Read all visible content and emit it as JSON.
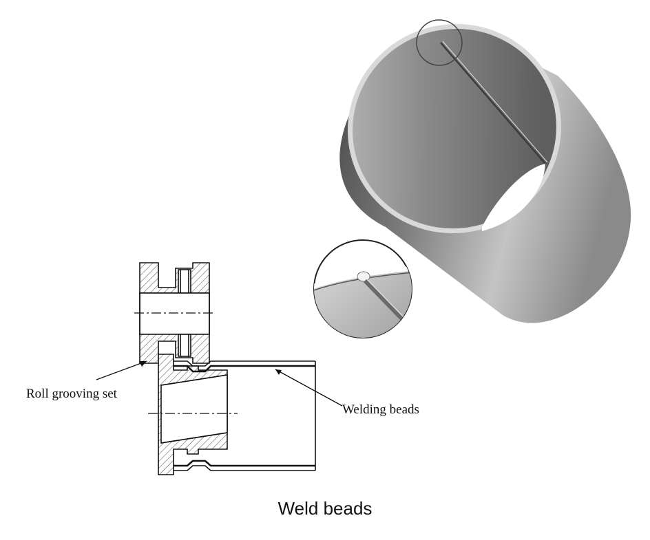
{
  "labels": {
    "roll_grooving_set": "Roll grooving set",
    "welding_beads": "Welding beads"
  },
  "caption": "Weld beads",
  "colors": {
    "hatch": "#555555",
    "line": "#111111",
    "tube_light": "#cfcfcf",
    "tube_dark": "#5a5a5a"
  }
}
